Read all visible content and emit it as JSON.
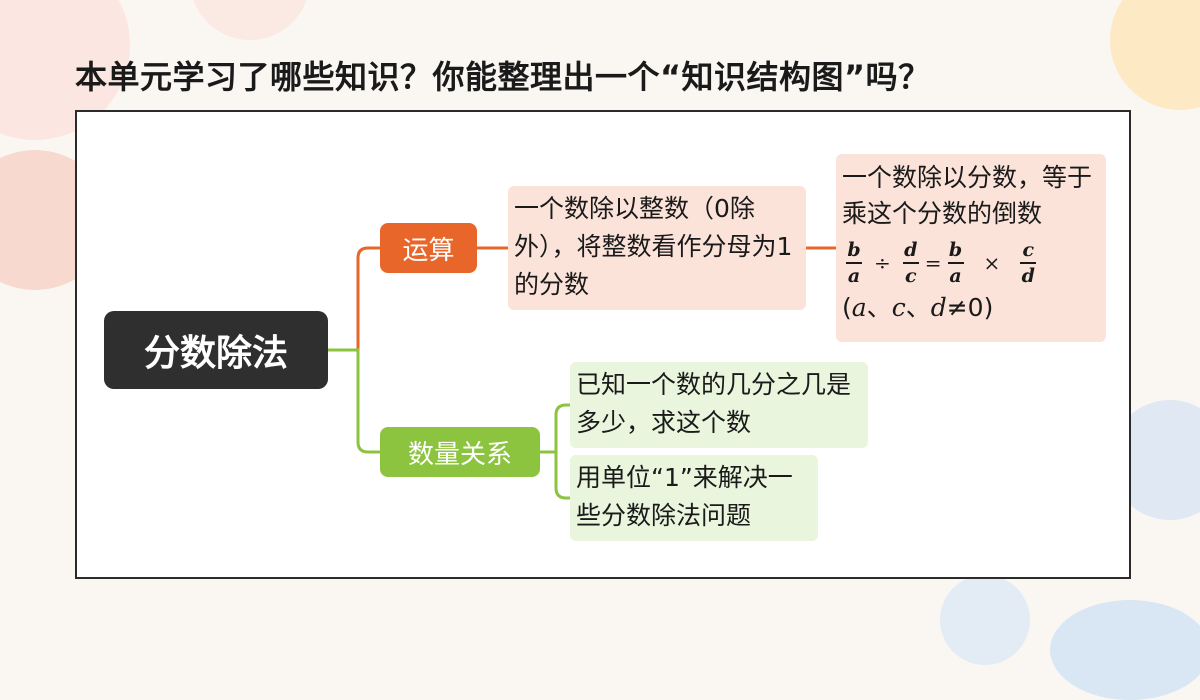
{
  "title": "本单元学习了哪些知识？你能整理出一个“知识结构图”吗？",
  "root": "分数除法",
  "branches": {
    "calc": "运算",
    "qty": "数量关系"
  },
  "calc_leaves": {
    "leaf1": "一个数除以整数（0除外），将整数看作分母为1的分数",
    "leaf2": "一个数除以分数，等于乘这个分数的倒数",
    "formula": {
      "f1_num": "b",
      "f1_den": "a",
      "div": "÷",
      "f2_num": "d",
      "f2_den": "c",
      "eq": "=",
      "f3_num": "b",
      "f3_den": "a",
      "mul": "×",
      "f4_num": "c",
      "f4_den": "d"
    },
    "condition": {
      "open": "(",
      "a": "a",
      "sep1": "、",
      "c": "c",
      "sep2": "、",
      "d": "d",
      "tail": "≠0)"
    }
  },
  "qty_leaves": {
    "leaf1": "已知一个数的几分之几是多少，求这个数",
    "leaf2": "用单位“1”来解决一些分数除法问题"
  },
  "colors": {
    "root": "#2f2f2f",
    "calc": "#e8662a",
    "qty": "#8cc43f",
    "calc_leaf_bg": "#fbe3da",
    "qty_leaf_bg": "#e9f5dd"
  }
}
